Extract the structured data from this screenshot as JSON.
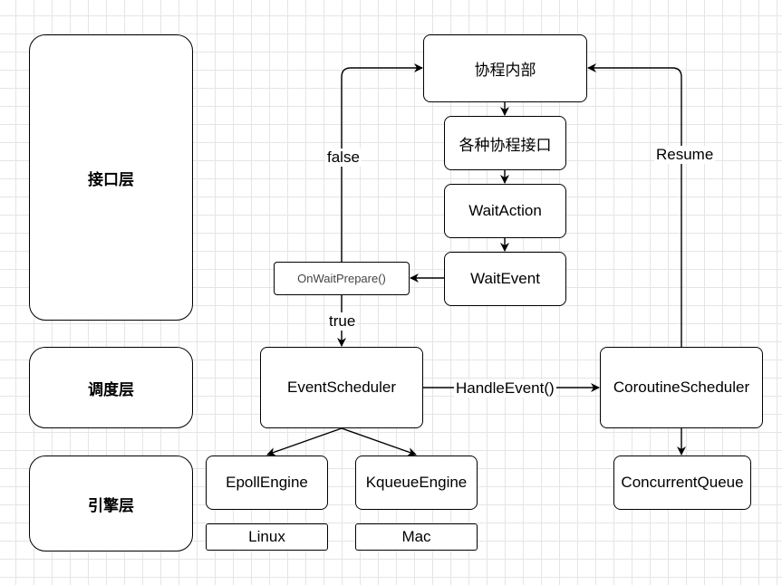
{
  "layers": {
    "interface": "接口层",
    "scheduling": "调度层",
    "engine": "引擎层"
  },
  "nodes": {
    "coroutine_internal": "协程内部",
    "coroutine_interfaces": "各种协程接口",
    "wait_action": "WaitAction",
    "wait_event": "WaitEvent",
    "on_wait_prepare": "OnWaitPrepare()",
    "event_scheduler": "EventScheduler",
    "coroutine_scheduler": "CoroutineScheduler",
    "epoll_engine": "EpollEngine",
    "kqueue_engine": "KqueueEngine",
    "concurrent_queue": "ConcurrentQueue",
    "linux": "Linux",
    "mac": "Mac"
  },
  "edge_labels": {
    "false": "false",
    "true": "true",
    "resume": "Resume",
    "handle_event": "HandleEvent()"
  },
  "colors": {
    "line": "#000000",
    "grid": "#e5e5e5",
    "small_text": "#444444"
  }
}
